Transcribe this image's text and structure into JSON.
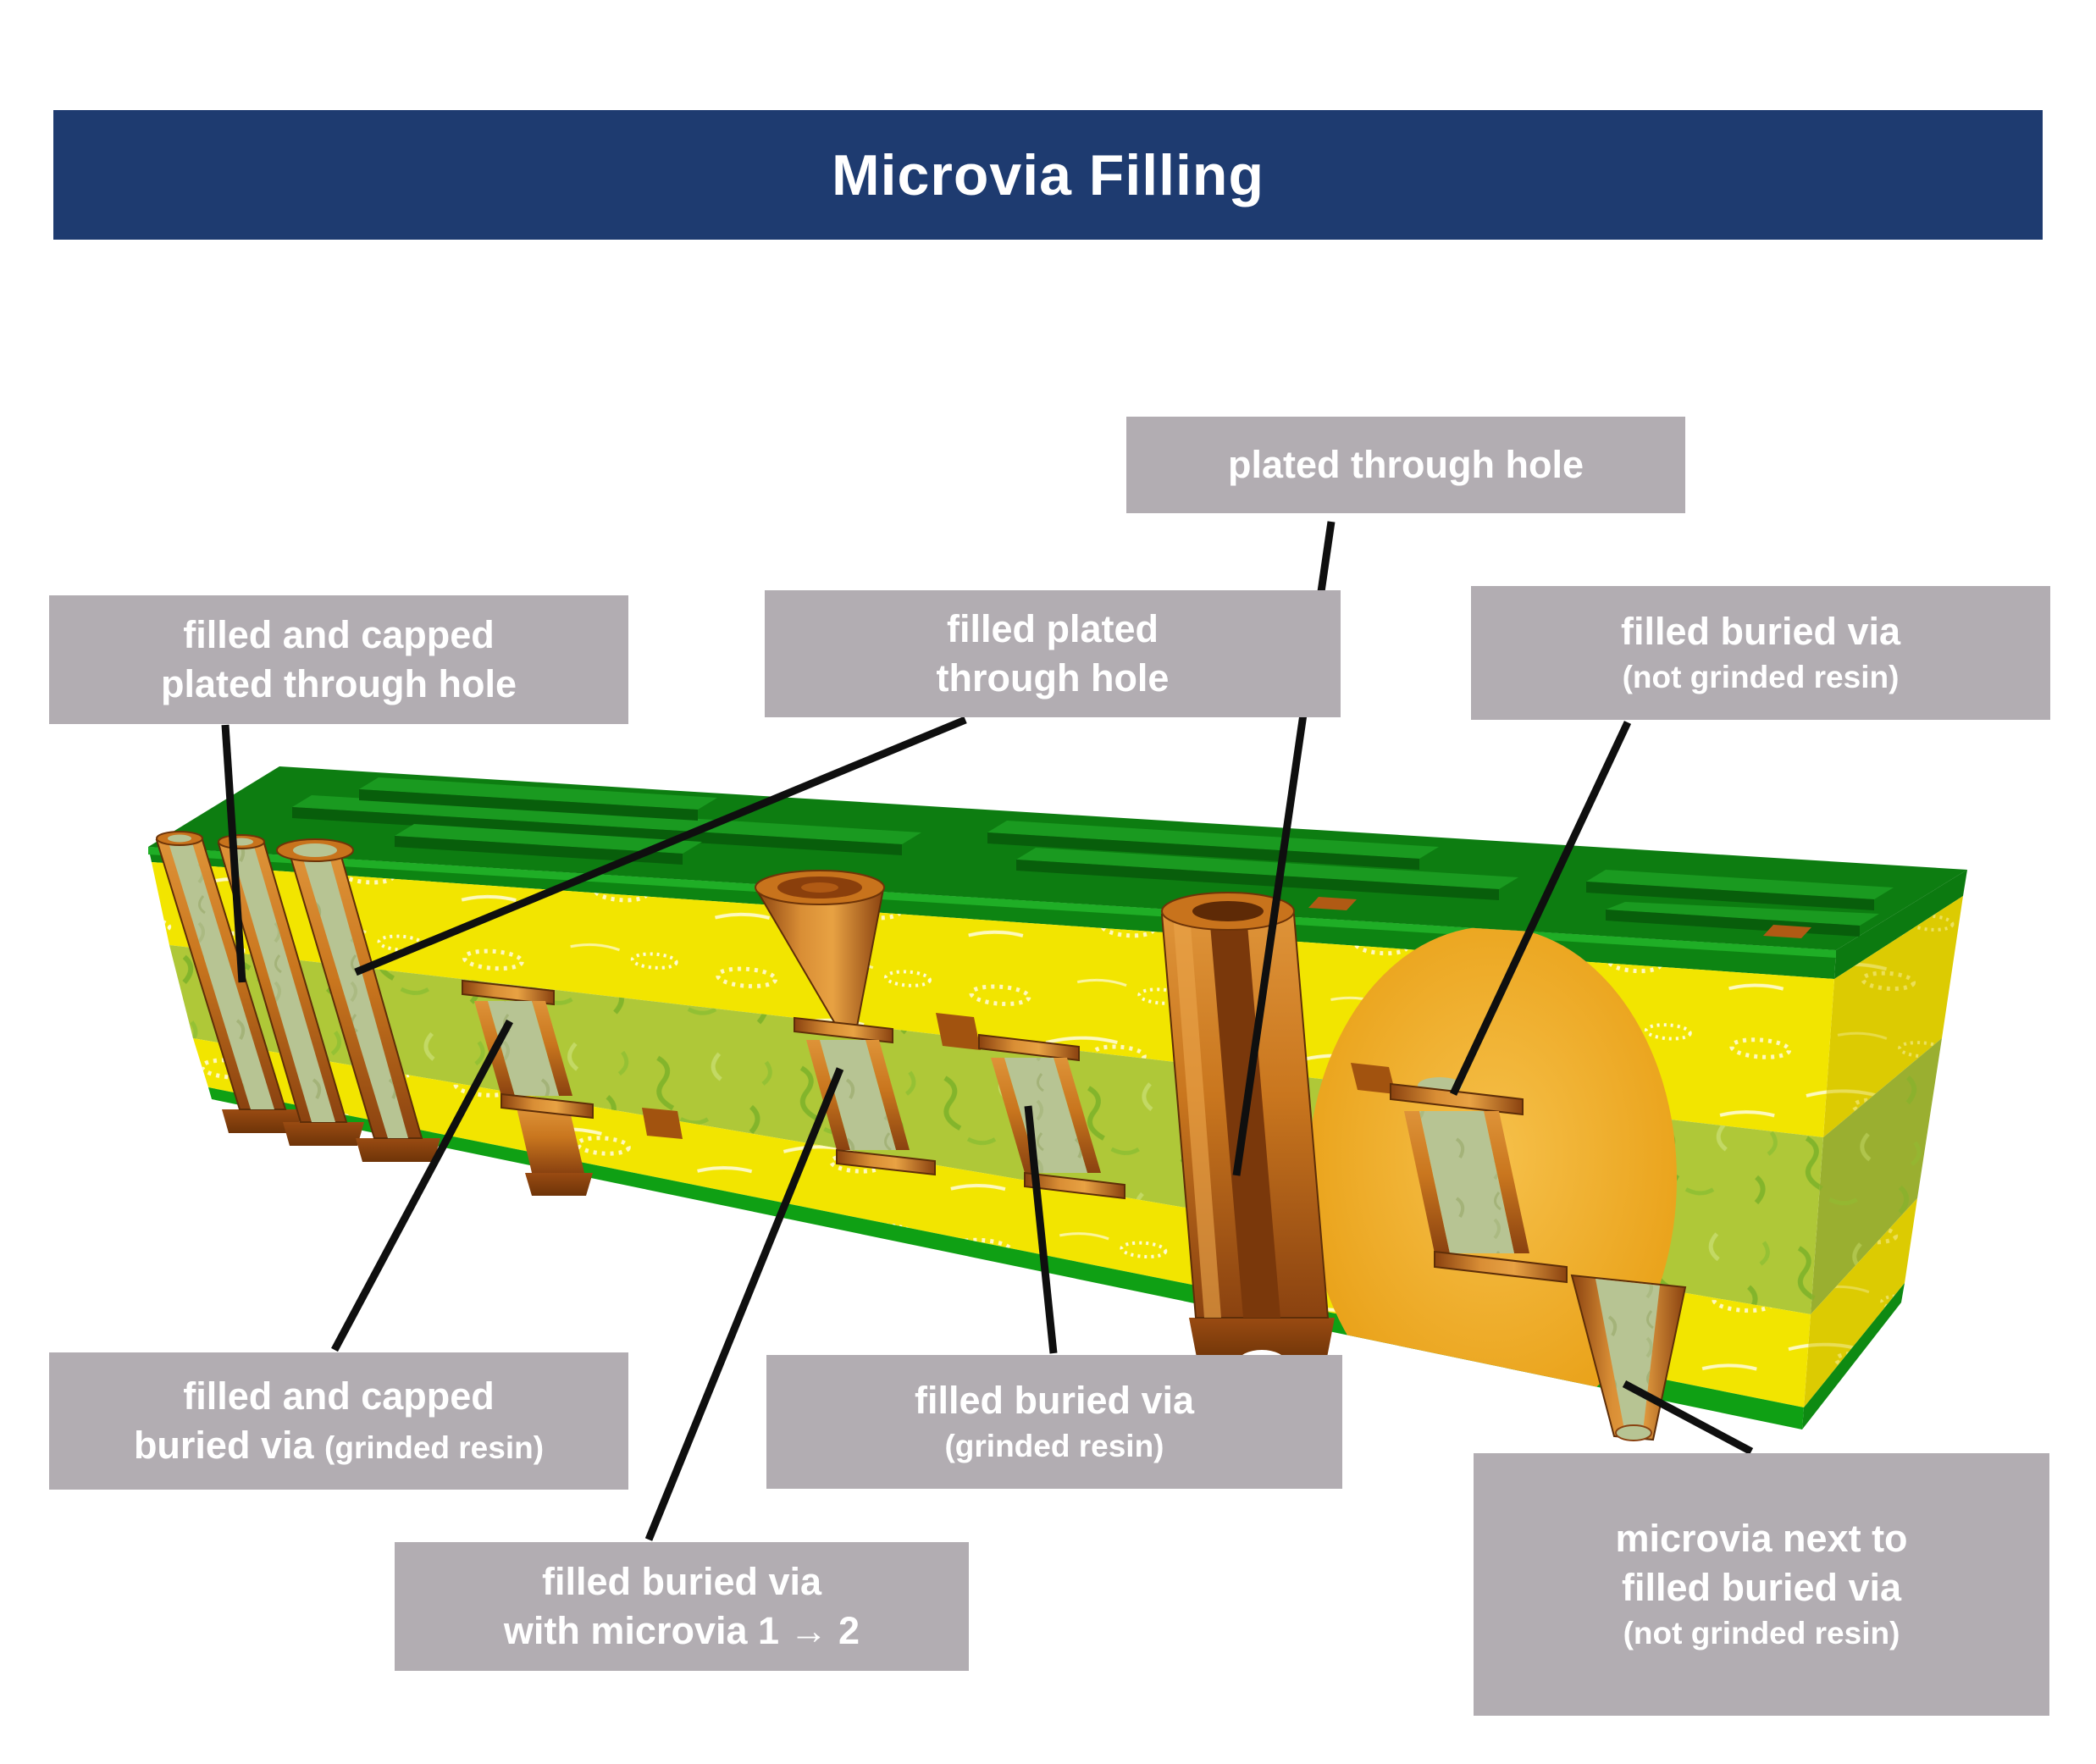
{
  "title": "Microvia Filling",
  "labels": {
    "k1": {
      "l1": "filled and capped",
      "l2": "plated through hole"
    },
    "k2": {
      "l1": "filled plated",
      "l2": "through hole"
    },
    "k3": {
      "l1": "plated through hole"
    },
    "k4": {
      "l1": "filled buried via",
      "l2": "(not grinded resin)"
    },
    "k5": {
      "l1": "filled and capped",
      "l2a": "buried via ",
      "l2b": "(grinded resin)"
    },
    "k6": {
      "l1": "filled buried via",
      "l2": "with microvia 1 → 2"
    },
    "k7": {
      "l1": "filled buried via",
      "l2": "(grinded resin)"
    },
    "k8": {
      "l1": "microvia next to",
      "l2": "filled buried via",
      "l3": "(not grinded resin)"
    }
  },
  "colors": {
    "title_bg": "#1E3B70",
    "label_bg": "#B2ADB2",
    "label_text": "#FFFFFF",
    "board_top_green": "#0D7D11",
    "solder_green": "#0F8713",
    "prepreg_yellow": "#F2E500",
    "core_olive": "#AFC838",
    "copper": "#C9761E",
    "resin_fill": "#B7C493",
    "highlight_amber": "#E79C10",
    "leader_line": "#0F0F0F"
  }
}
